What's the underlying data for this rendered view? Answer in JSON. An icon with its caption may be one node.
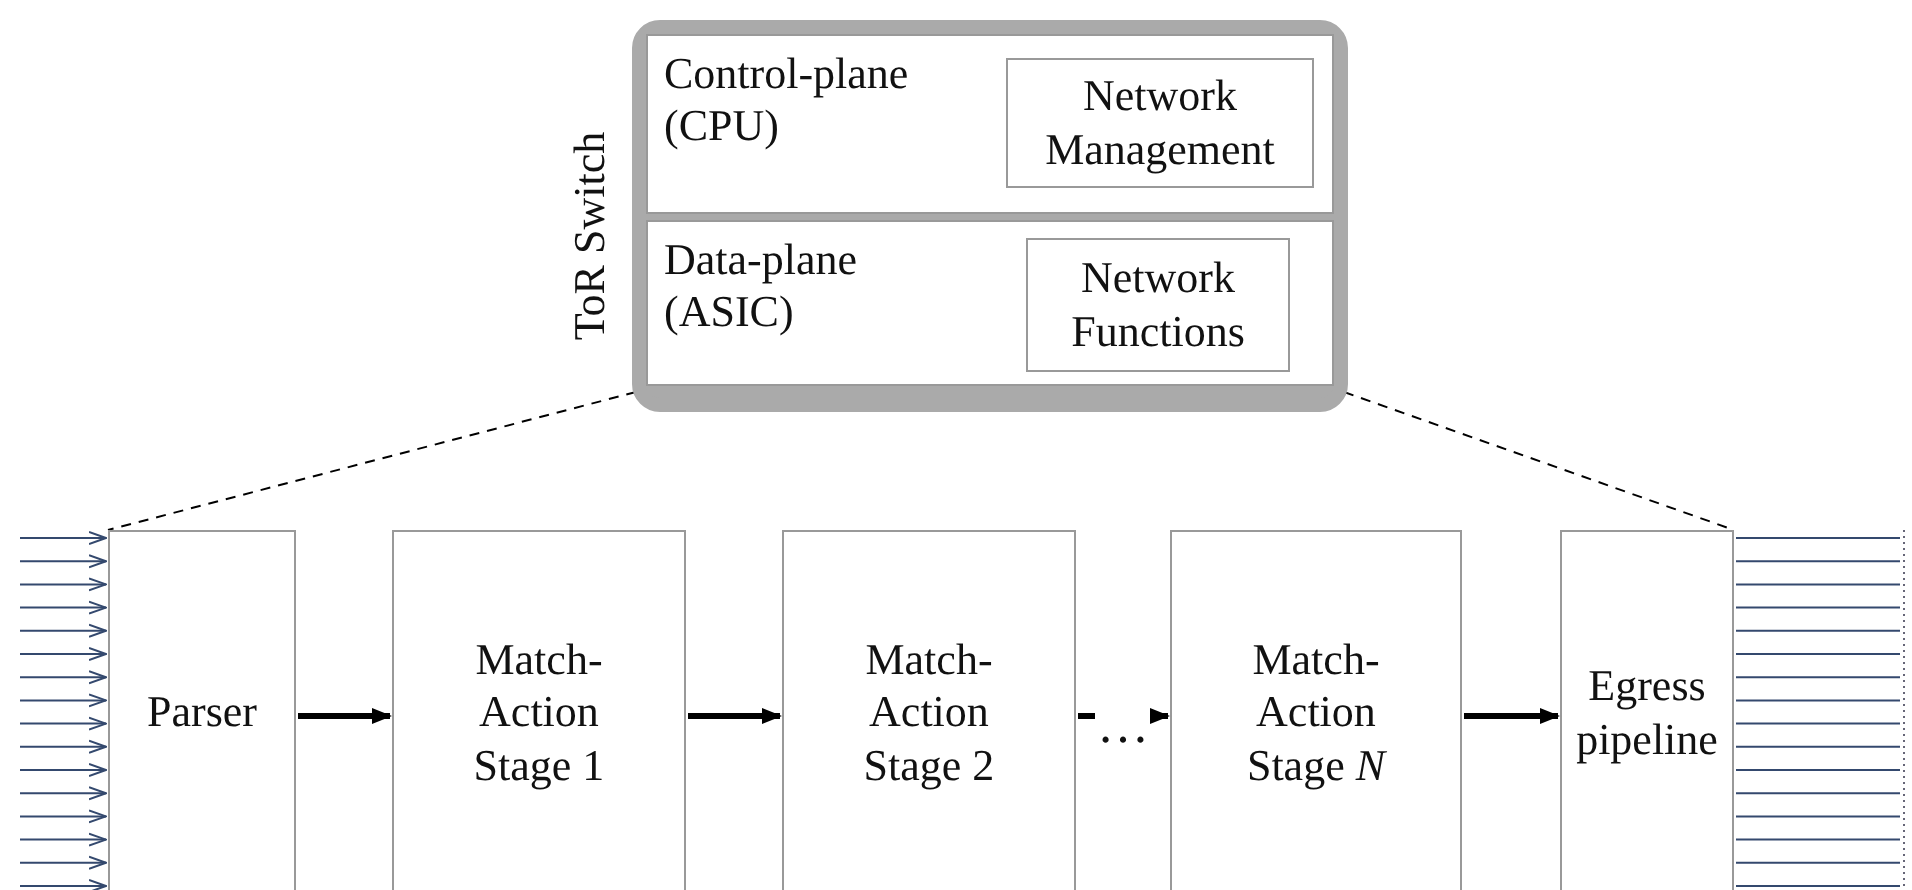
{
  "diagram": {
    "nodes": [
      {
        "text": [
          "ToR Switch"
        ]
      },
      {
        "text": [
          "Control-plane (CPU)"
        ],
        "in": 0
      },
      {
        "text": [
          "Network Management"
        ],
        "in": 1
      },
      {
        "text": [
          "Data-plane (ASIC)"
        ],
        "in": 0
      },
      {
        "text": [
          "Network Functions"
        ],
        "in": 3
      },
      {
        "text": [
          "Parser"
        ]
      },
      {
        "text": [
          "Match-Action Stage 1"
        ]
      },
      {
        "text": [
          "Match-Action Stage 2"
        ]
      },
      {
        "text": [
          "Match-Action Stage *N*"
        ]
      },
      {
        "text": [
          "Egress pipeline"
        ]
      }
    ],
    "edges": [
      {
        "from": 5,
        "to": 6,
        "arrow": "to",
        "style": "thick",
        "color": "#000000"
      },
      {
        "from": 6,
        "to": 7,
        "arrow": "to",
        "style": "thick",
        "color": "#000000"
      },
      {
        "from": 7,
        "to": 8,
        "arrow": "to",
        "label": "…",
        "style": "thick",
        "color": "#000000"
      },
      {
        "from": 8,
        "to": 9,
        "arrow": "to",
        "style": "thick",
        "color": "#000000"
      },
      {
        "from": 3,
        "to": 5,
        "arrow": "none",
        "style": "dashed",
        "color": "#000000"
      },
      {
        "from": 3,
        "to": 9,
        "arrow": "none",
        "style": "dashed",
        "color": "#000000"
      },
      {
        "from": null,
        "to": 5,
        "arrow": "to"
      },
      {
        "from": null,
        "to": 5,
        "arrow": "to"
      },
      {
        "from": null,
        "to": 5,
        "arrow": "to"
      },
      {
        "from": null,
        "to": 5,
        "arrow": "to"
      },
      {
        "from": null,
        "to": 5,
        "arrow": "to"
      },
      {
        "from": null,
        "to": 5,
        "arrow": "to"
      },
      {
        "from": null,
        "to": 5,
        "arrow": "to"
      },
      {
        "from": null,
        "to": 5,
        "arrow": "to"
      },
      {
        "from": null,
        "to": 5,
        "arrow": "to"
      },
      {
        "from": null,
        "to": 5,
        "arrow": "to"
      },
      {
        "from": null,
        "to": 5,
        "arrow": "to"
      },
      {
        "from": null,
        "to": 5,
        "arrow": "to"
      },
      {
        "from": null,
        "to": 5,
        "arrow": "to"
      },
      {
        "from": null,
        "to": 5,
        "arrow": "to"
      },
      {
        "from": null,
        "to": 5,
        "arrow": "to"
      },
      {
        "from": null,
        "to": 5,
        "arrow": "to"
      },
      {
        "from": 9,
        "to": null,
        "arrow": "none"
      },
      {
        "from": 9,
        "to": null,
        "arrow": "none"
      },
      {
        "from": 9,
        "to": null,
        "arrow": "none"
      },
      {
        "from": 9,
        "to": null,
        "arrow": "none"
      },
      {
        "from": 9,
        "to": null,
        "arrow": "none"
      },
      {
        "from": 9,
        "to": null,
        "arrow": "none"
      },
      {
        "from": 9,
        "to": null,
        "arrow": "none"
      },
      {
        "from": 9,
        "to": null,
        "arrow": "none"
      },
      {
        "from": 9,
        "to": null,
        "arrow": "none"
      },
      {
        "from": 9,
        "to": null,
        "arrow": "none"
      },
      {
        "from": 9,
        "to": null,
        "arrow": "none"
      },
      {
        "from": 9,
        "to": null,
        "arrow": "none"
      },
      {
        "from": 9,
        "to": null,
        "arrow": "none"
      },
      {
        "from": 9,
        "to": null,
        "arrow": "none"
      },
      {
        "from": 9,
        "to": null,
        "arrow": "none"
      },
      {
        "from": 9,
        "to": null,
        "arrow": "none"
      }
    ]
  }
}
